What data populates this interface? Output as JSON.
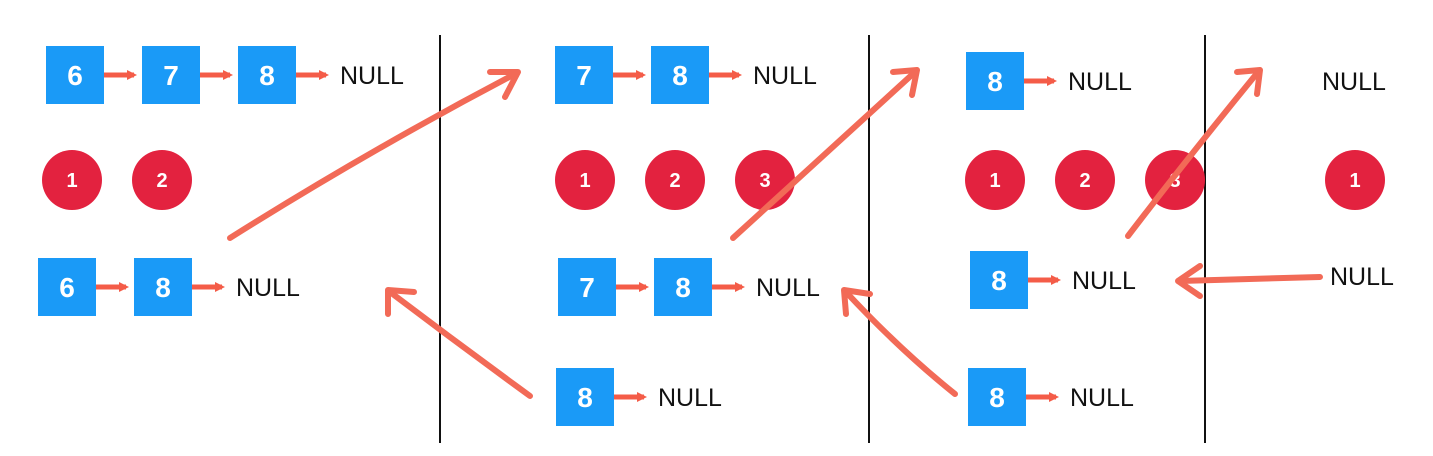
{
  "colors": {
    "node": "#1a9af7",
    "circle": "#e3223f",
    "arrow": "#f45c48",
    "sketch": "#f26a57",
    "divider": "#111111"
  },
  "null_text": "NULL",
  "panels": [
    {
      "lists": [
        {
          "nodes": [
            "6",
            "7",
            "8"
          ],
          "ends_with_null": true
        },
        {
          "nodes": [
            "6",
            "8"
          ],
          "ends_with_null": true
        }
      ],
      "circles": [
        "1",
        "2"
      ]
    },
    {
      "lists": [
        {
          "nodes": [
            "7",
            "8"
          ],
          "ends_with_null": true
        },
        {
          "nodes": [
            "7",
            "8"
          ],
          "ends_with_null": true
        },
        {
          "nodes": [
            "8"
          ],
          "ends_with_null": true
        }
      ],
      "circles": [
        "1",
        "2",
        "3"
      ]
    },
    {
      "lists": [
        {
          "nodes": [
            "8"
          ],
          "ends_with_null": true
        },
        {
          "nodes": [
            "8"
          ],
          "ends_with_null": true
        },
        {
          "nodes": [
            "8"
          ],
          "ends_with_null": true
        }
      ],
      "circles": [
        "1",
        "2",
        "3"
      ]
    },
    {
      "lists": [
        {
          "nodes": [],
          "ends_with_null": true
        },
        {
          "nodes": [],
          "ends_with_null": true
        }
      ],
      "circles": [
        "1"
      ]
    }
  ]
}
